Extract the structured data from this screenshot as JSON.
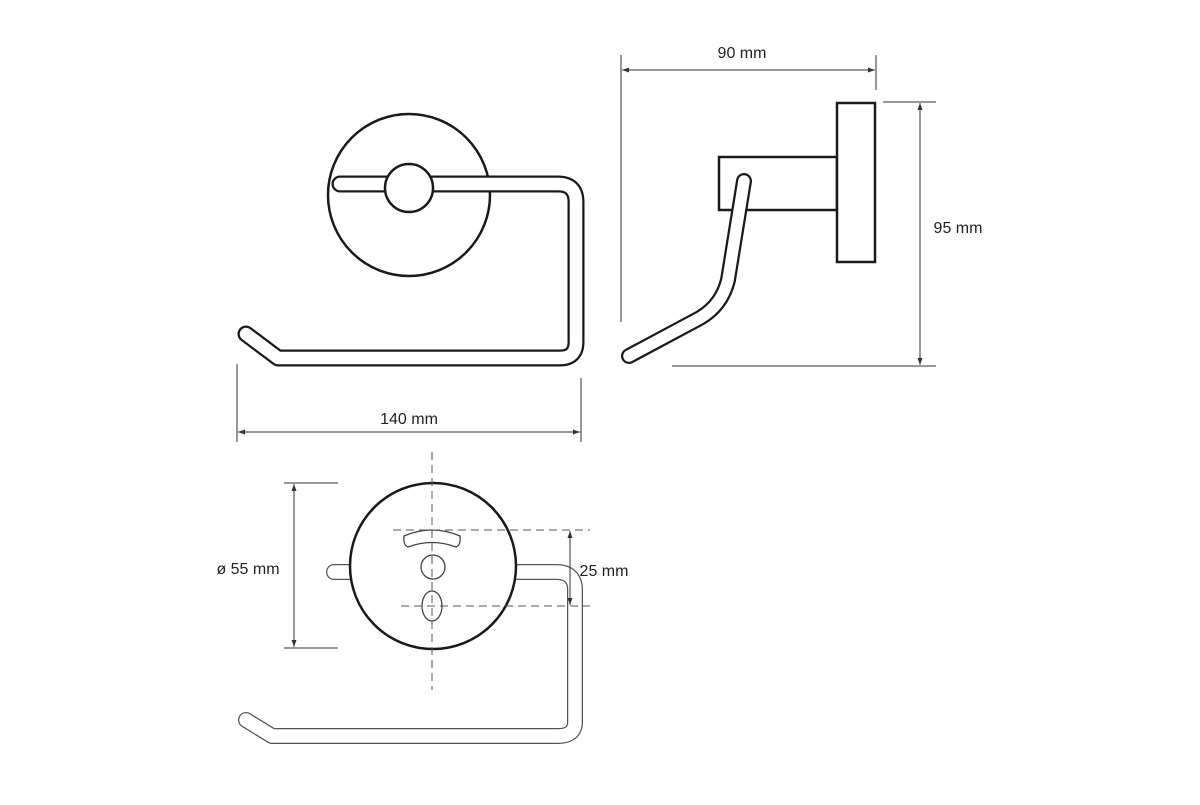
{
  "title": "Toilet roll holder technical drawing",
  "dimensions": {
    "depth": "90 mm",
    "height": "95 mm",
    "width": "140 mm",
    "diameter": "ø 55 mm",
    "hole_spacing": "25 mm"
  },
  "colors": {
    "line": "#1a1a1a",
    "dim": "#333333",
    "thin_line": "#555555"
  }
}
